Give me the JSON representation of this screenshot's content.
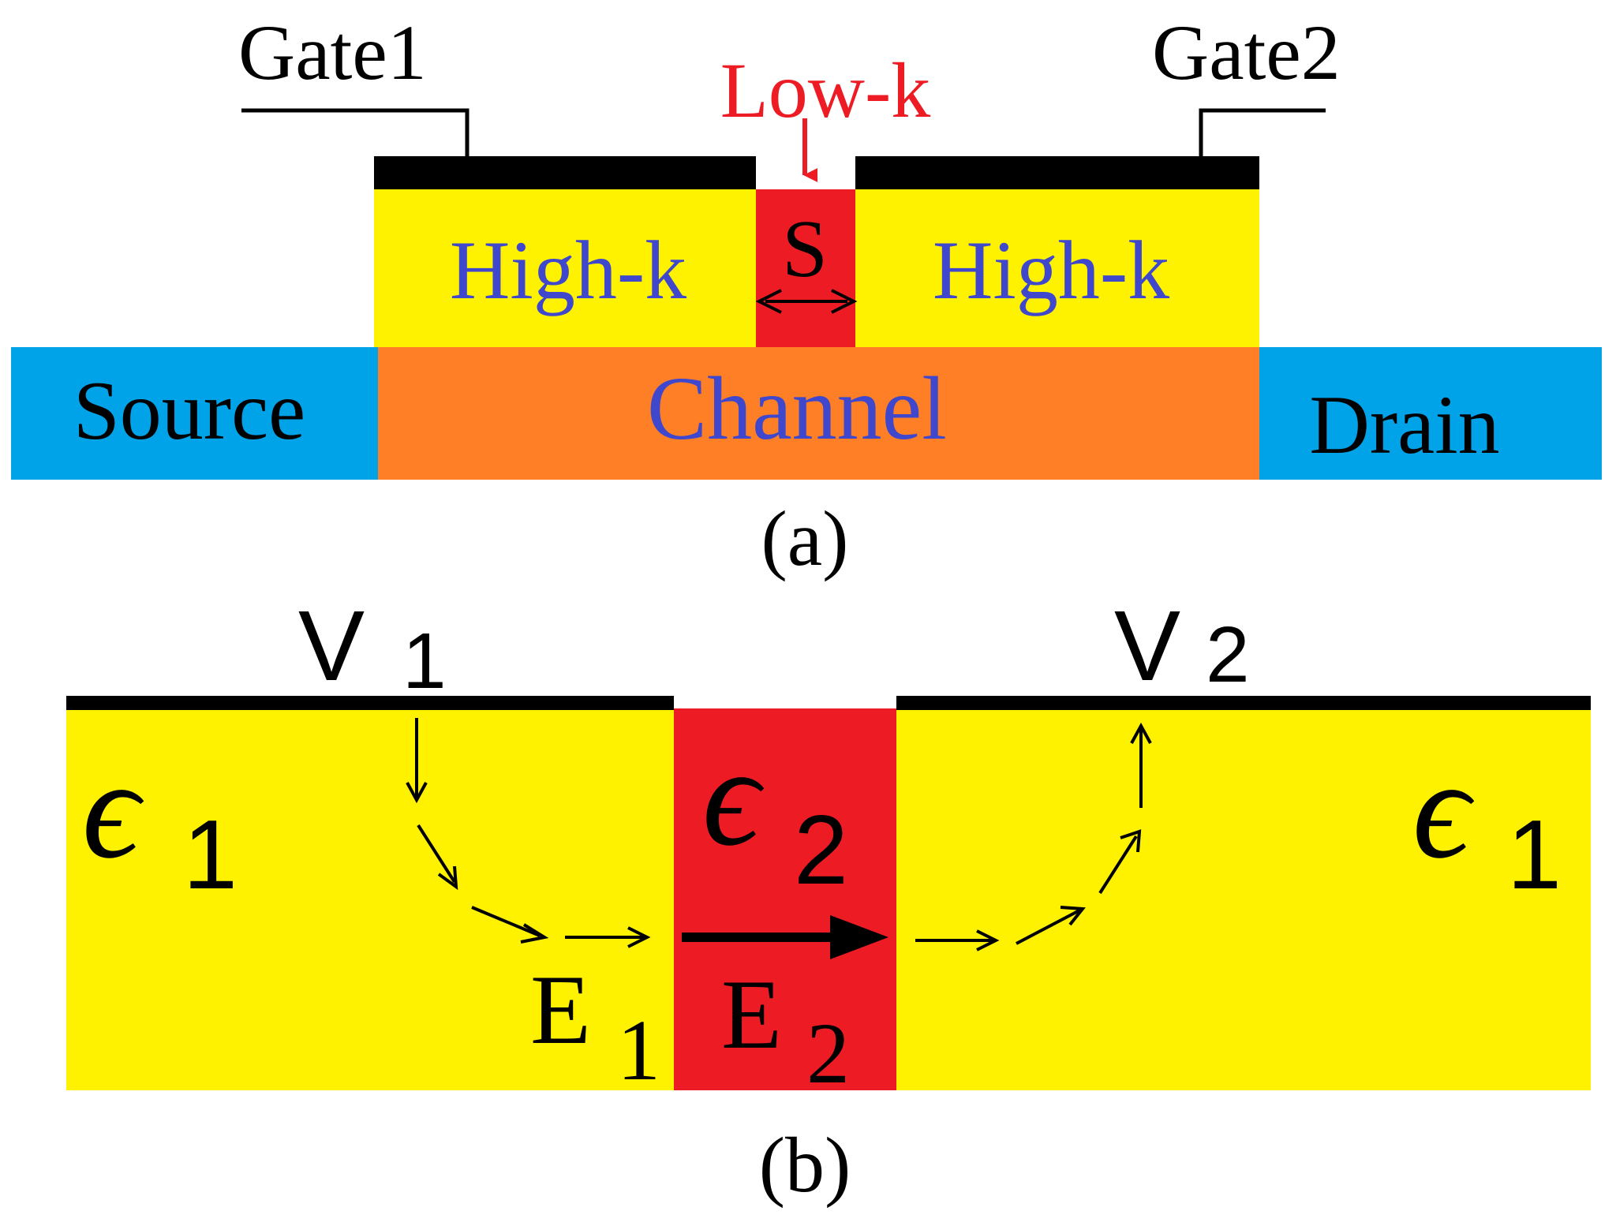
{
  "panel_a": {
    "gate1_label": "Gate1",
    "gate2_label": "Gate2",
    "spacer_label": "Low-k",
    "spacer_width_symbol": "S",
    "dielectric_left_label": "High-k",
    "dielectric_right_label": "High-k",
    "source_label": "Source",
    "channel_label": "Channel",
    "drain_label": "Drain",
    "caption": "(a)"
  },
  "panel_b": {
    "v1_base": "V",
    "v1_sub": "1",
    "v2_base": "V",
    "v2_sub": "2",
    "eps_left_base": "ϵ",
    "eps_left_sub": "1",
    "eps_center_base": "ϵ",
    "eps_center_sub": "2",
    "eps_right_base": "ϵ",
    "eps_right_sub": "1",
    "e1_base": "E",
    "e1_sub": "1",
    "e2_base": "E",
    "e2_sub": "2",
    "caption": "(b)"
  },
  "colors": {
    "high_k": "#fff200",
    "low_k": "#ed1c24",
    "source_drain": "#00a2e8",
    "channel": "#ff7f27",
    "gate_metal": "#000000",
    "region_label": "#3f48cc",
    "low_k_label": "#ed1c24",
    "text": "#000000"
  }
}
